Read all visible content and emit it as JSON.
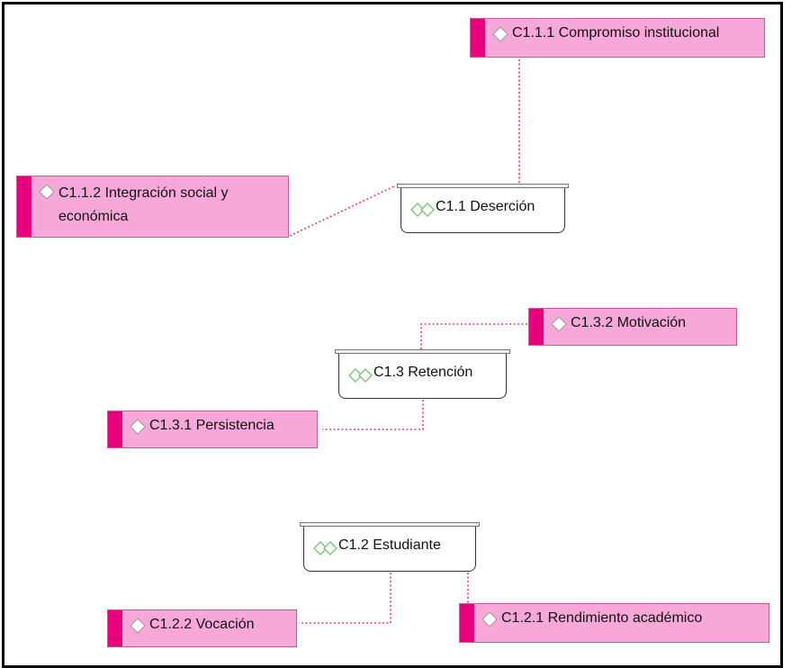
{
  "categories": {
    "desercion": "C1.1 Deserción",
    "retencion": "C1.3 Retención",
    "estudiante": "C1.2 Estudiante"
  },
  "codes": {
    "compromiso": "C1.1.1 Compromiso institucional",
    "integracion": "C1.1.2 Integración social y económica",
    "motivacion": "C1.3.2 Motivación",
    "persistencia": "C1.3.1 Persistencia",
    "vocacion": "C1.2.2 Vocación",
    "rendimiento": "C1.2.1 Rendimiento académico"
  },
  "colors": {
    "code_fill": "#f7a8d8",
    "code_bar": "#e8007d",
    "link": "#e8404e",
    "category_icon": "#7cc47a"
  },
  "icons": {
    "code": "diamond-icon",
    "category": "double-diamond-icon"
  }
}
